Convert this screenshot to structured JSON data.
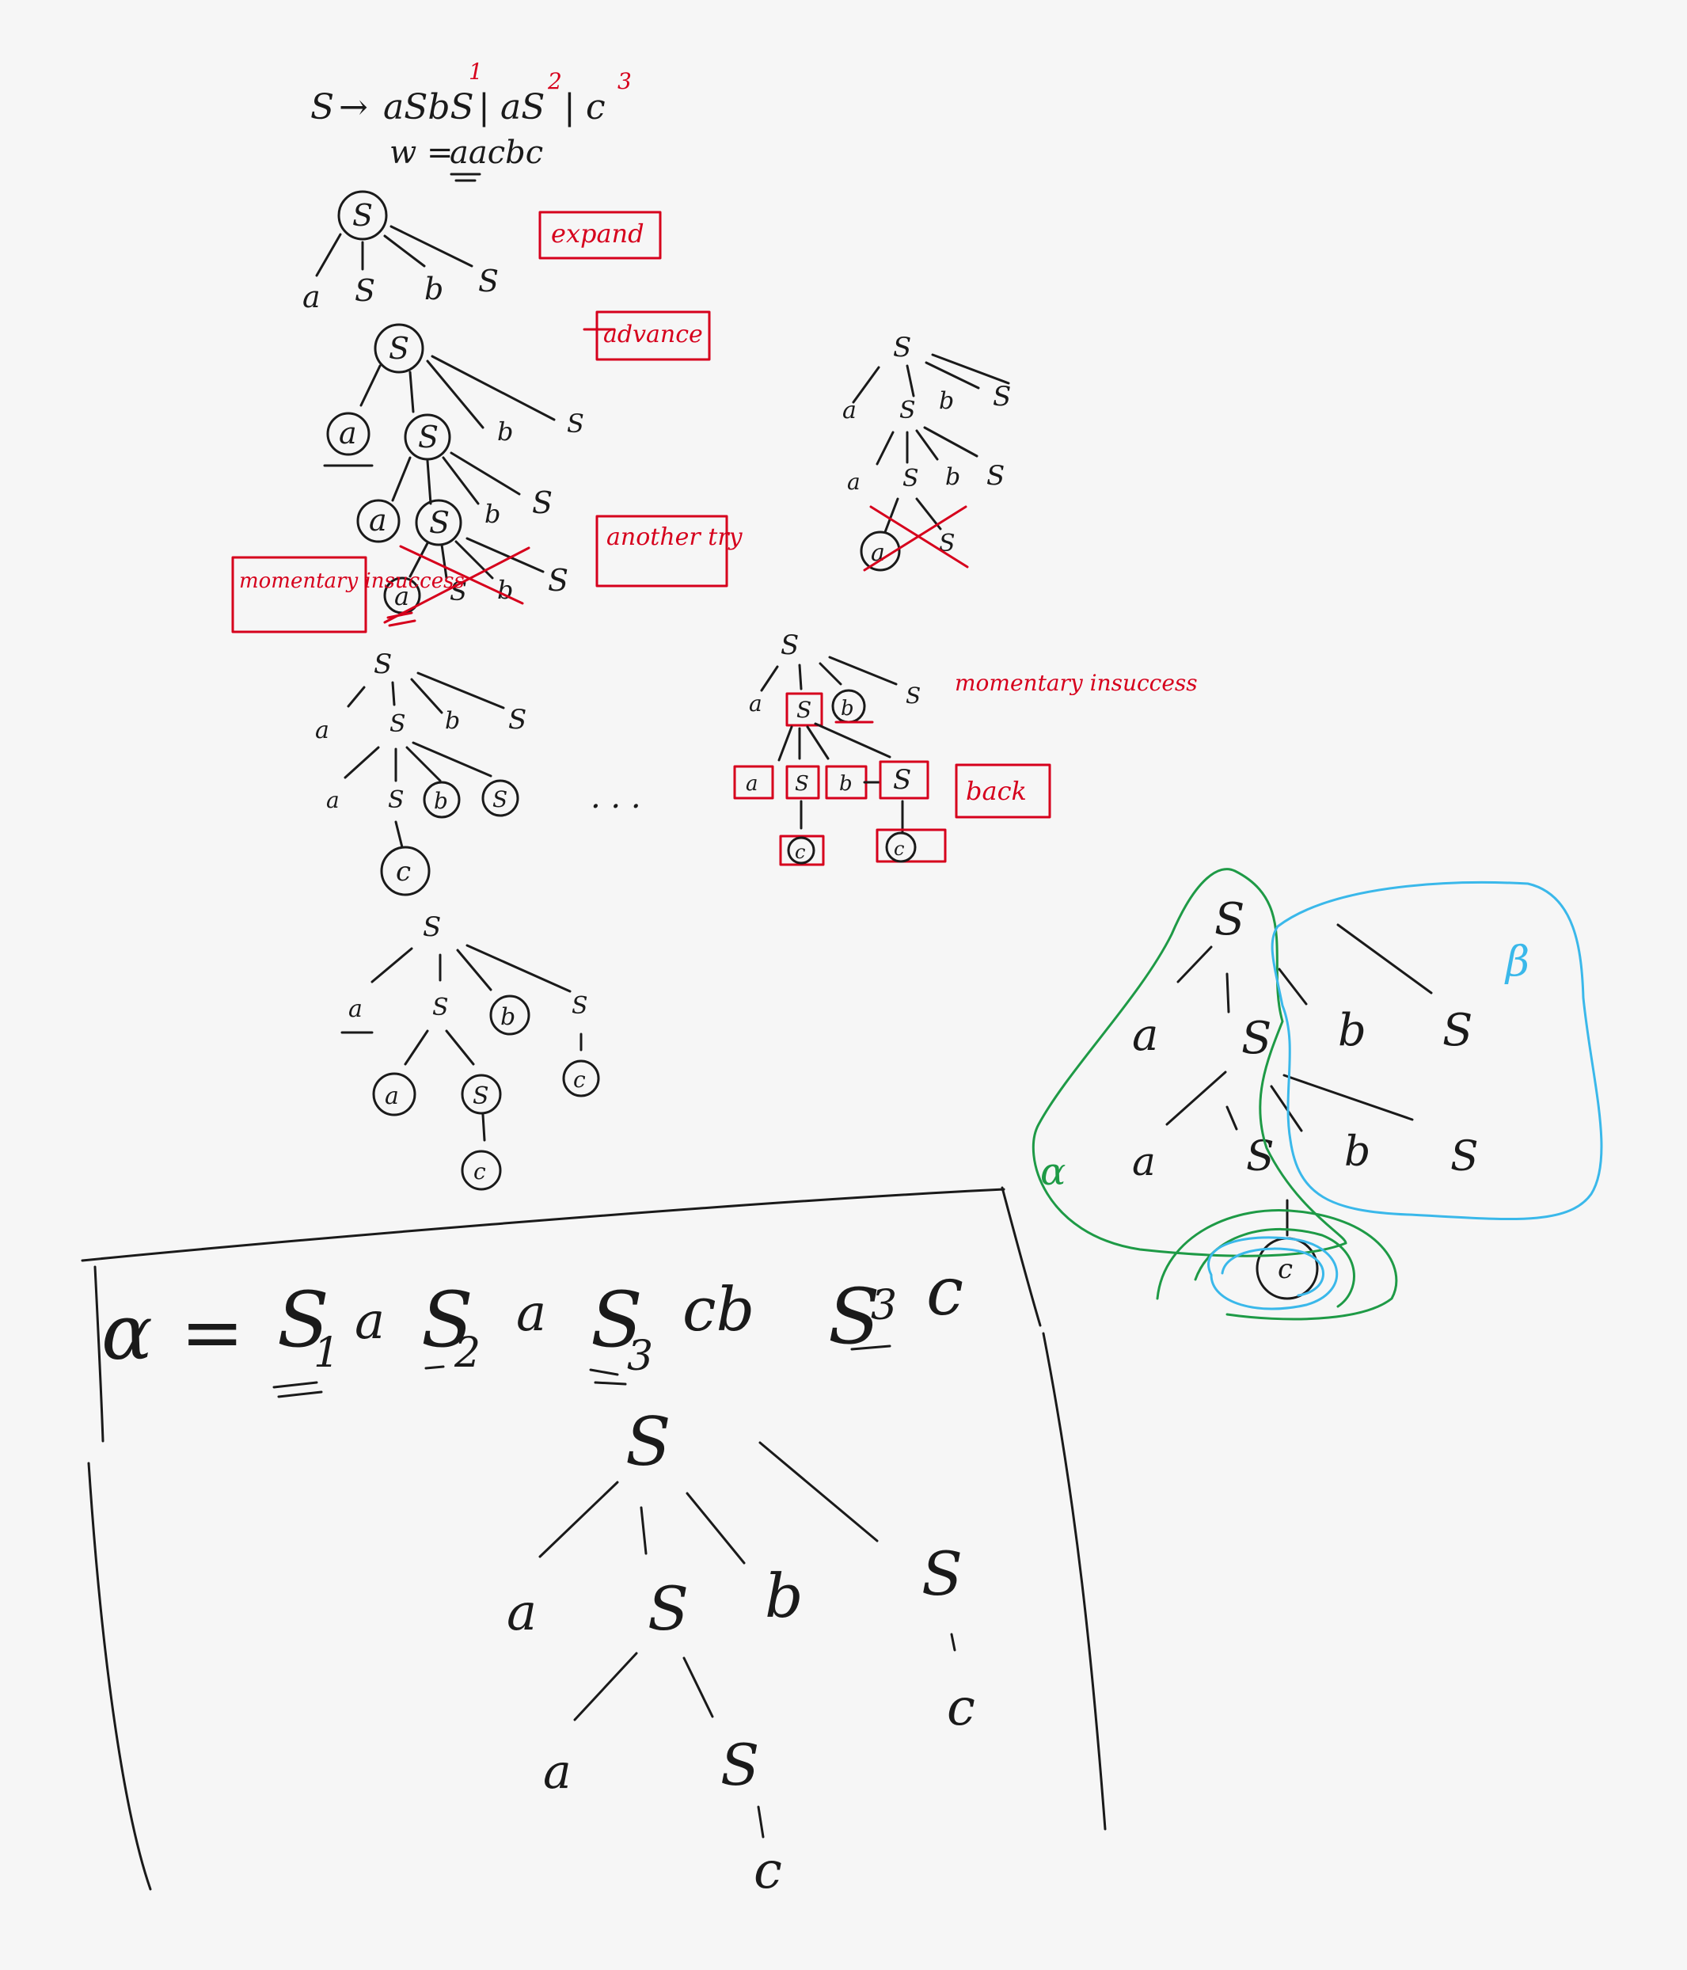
{
  "colors": {
    "background": "#f6f6f6",
    "ink": "#1a1a1a",
    "annotation": "#d6001c",
    "alpha_region": "#1e9a46",
    "beta_region": "#3ab8ea"
  },
  "grammar": {
    "lhs": "S",
    "arrow": "→",
    "alternatives": [
      "aSbS",
      "aS",
      "c"
    ],
    "alternative_numbers": [
      "1",
      "2",
      "3"
    ],
    "separator": "|",
    "word_label": "w =",
    "word": "aacbc"
  },
  "annotations": {
    "expand": "expand",
    "advance": "advance",
    "another_try": "another try",
    "momentary_insuccess": "momentary insuccess",
    "back": "back",
    "ellipsis": ". . ."
  },
  "symbols": {
    "S": "S",
    "a": "a",
    "b": "b",
    "c": "c"
  },
  "greek": {
    "alpha": "α",
    "beta": "β"
  },
  "derivation": {
    "alpha_label": "α",
    "equals": "=",
    "sequence": [
      "S",
      "1",
      "a",
      "S",
      "2",
      "a",
      "S",
      "3",
      "cb",
      "S",
      "3",
      "c"
    ]
  }
}
